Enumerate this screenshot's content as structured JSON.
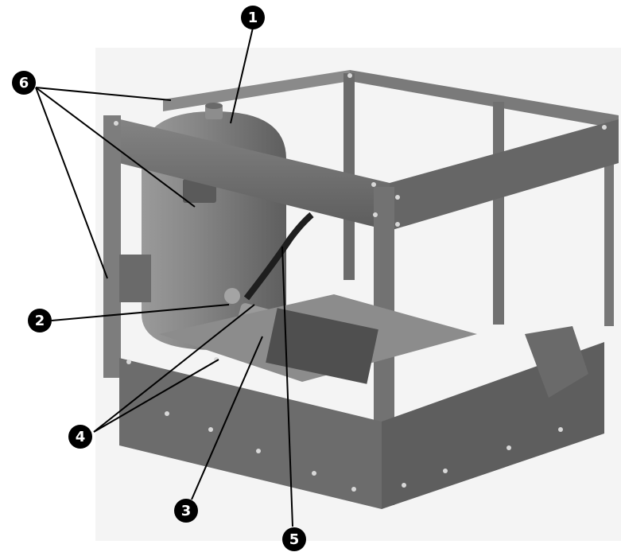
{
  "figure": {
    "callouts": [
      {
        "number": "1",
        "part": "tank"
      },
      {
        "number": "2",
        "part": "tank-fitting"
      },
      {
        "number": "3",
        "part": "elbow-fitting"
      },
      {
        "number": "4",
        "part": "mounting-bolts"
      },
      {
        "number": "5",
        "part": "hose"
      },
      {
        "number": "6",
        "part": "frame-mounting-points"
      }
    ],
    "colors": {
      "frame": "#6f6f6f",
      "frame_dark": "#4a4a4a",
      "tank": "#7c7c7c",
      "callout_fill": "#000000",
      "callout_text": "#ffffff"
    }
  }
}
